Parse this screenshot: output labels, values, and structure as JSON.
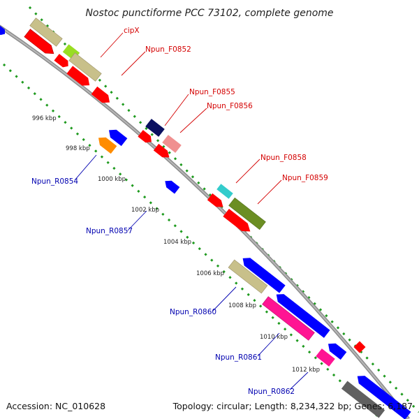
{
  "title": "Nostoc punctiforme PCC 73102, complete genome",
  "accession": "Accession: NC_010628",
  "topology": "Topology: circular; Length: 8,234,322 bp; Genes: 6,187",
  "ticks": [
    "996 kbp",
    "998 kbp",
    "1000 kbp",
    "1002 kbp",
    "1004 kbp",
    "1006 kbp",
    "1008 kbp",
    "1010 kbp",
    "1012 kbp"
  ],
  "forward_labels": [
    "cipX",
    "Npun_F0852",
    "Npun_F0855",
    "Npun_F0856",
    "Npun_F0858",
    "Npun_F0859"
  ],
  "reverse_labels": [
    "Npun_R0854",
    "Npun_R0857",
    "Npun_R0860",
    "Npun_R0861",
    "Npun_R0862"
  ],
  "colors": {
    "backbone": "#8c8c8c",
    "dotted_ring": "#1e9a1e",
    "forward_label": "#d40000",
    "reverse_label": "#0000b0",
    "red": "#ff0000",
    "khaki": "#c8c08a",
    "yellowgreen": "#99dd22",
    "navy": "#0a1060",
    "pink": "#f09090",
    "cyan": "#33cccc",
    "olive": "#6b8e23",
    "blue": "#0000ff",
    "orange": "#ff8c00",
    "magenta": "#ff1493",
    "gray": "#606060"
  }
}
